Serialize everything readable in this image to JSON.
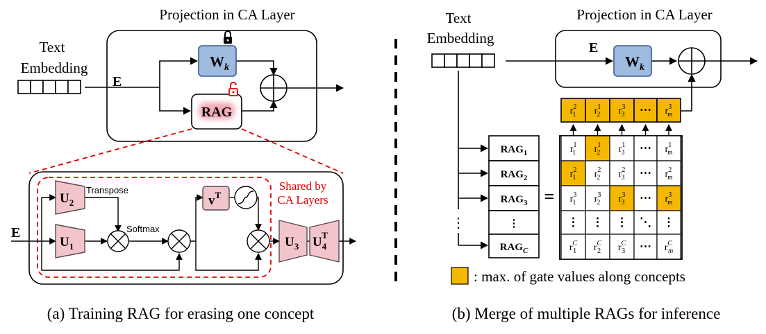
{
  "colors": {
    "pink": "#f2c4cc",
    "pink_stroke": "#5a4a4c",
    "blue": "#9fbbe0",
    "blue_stroke": "#3b5c8a",
    "gold": "#f5b800",
    "red": "#e00000",
    "rag_glow": "#f29aa8",
    "line": "#000000"
  },
  "panel_a": {
    "title": "Projection  in CA Layer",
    "text_label_1": "Text",
    "text_label_2": "Embedding",
    "e_label": "E",
    "wk_base": "W",
    "wk_sub": "k",
    "rag_label": "RAG",
    "caption": "(a) Training RAG for erasing one concept",
    "detail": {
      "e_label": "E",
      "u2_base": "U",
      "u2_sub": "2",
      "u1_base": "U",
      "u1_sub": "1",
      "transpose_label": "Transpose",
      "softmax_label": "Softmax",
      "vt_base": "v",
      "vt_sup": "T",
      "u3_base": "U",
      "u3_sub": "3",
      "u4_base": "U",
      "u4_sub": "4",
      "u4_sup": "T",
      "shared_label_1": "Shared by",
      "shared_label_2": "CA Layers"
    }
  },
  "panel_b": {
    "title": "Projection  in CA Layer",
    "text_label_1": "Text",
    "text_label_2": "Embedding",
    "e_label": "E",
    "wk_base": "W",
    "wk_sub": "k",
    "rag_base": "RAG",
    "rag_subs": [
      "1",
      "2",
      "3",
      "",
      "C"
    ],
    "row_dots": "⋮",
    "equals": "=",
    "legend_text": ": max. of gate values along concepts",
    "caption": "(b) Merge of multiple RAGs for inference",
    "merged_row": [
      {
        "b": "r",
        "sub": "1",
        "sup": "2",
        "gold": true
      },
      {
        "b": "r",
        "sub": "2",
        "sup": "1",
        "gold": true
      },
      {
        "b": "r",
        "sub": "3",
        "sup": "3",
        "gold": true
      },
      {
        "b": "⋯",
        "sub": "",
        "sup": "",
        "gold": true
      },
      {
        "b": "r",
        "sub": "m",
        "sup": "3",
        "gold": true
      }
    ],
    "matrix": [
      [
        {
          "b": "r",
          "sub": "1",
          "sup": "1",
          "gold": false
        },
        {
          "b": "r",
          "sub": "2",
          "sup": "1",
          "gold": true
        },
        {
          "b": "r",
          "sub": "3",
          "sup": "1",
          "gold": false
        },
        {
          "b": "⋯",
          "sub": "",
          "sup": "",
          "gold": false
        },
        {
          "b": "r",
          "sub": "m",
          "sup": "1",
          "gold": false
        }
      ],
      [
        {
          "b": "r",
          "sub": "1",
          "sup": "2",
          "gold": true
        },
        {
          "b": "r",
          "sub": "2",
          "sup": "2",
          "gold": false
        },
        {
          "b": "r",
          "sub": "3",
          "sup": "2",
          "gold": false
        },
        {
          "b": "⋯",
          "sub": "",
          "sup": "",
          "gold": false
        },
        {
          "b": "r",
          "sub": "m",
          "sup": "2",
          "gold": false
        }
      ],
      [
        {
          "b": "r",
          "sub": "1",
          "sup": "3",
          "gold": false
        },
        {
          "b": "r",
          "sub": "2",
          "sup": "3",
          "gold": false
        },
        {
          "b": "r",
          "sub": "3",
          "sup": "3",
          "gold": true
        },
        {
          "b": "⋯",
          "sub": "",
          "sup": "",
          "gold": false
        },
        {
          "b": "r",
          "sub": "m",
          "sup": "3",
          "gold": true
        }
      ],
      [
        {
          "b": "⋮",
          "sub": "",
          "sup": "",
          "gold": false
        },
        {
          "b": "⋮",
          "sub": "",
          "sup": "",
          "gold": false
        },
        {
          "b": "⋮",
          "sub": "",
          "sup": "",
          "gold": false
        },
        {
          "b": "⋱",
          "sub": "",
          "sup": "",
          "gold": false
        },
        {
          "b": "⋮",
          "sub": "",
          "sup": "",
          "gold": false
        }
      ],
      [
        {
          "b": "r",
          "sub": "1",
          "sup": "C",
          "gold": false
        },
        {
          "b": "r",
          "sub": "2",
          "sup": "C",
          "gold": false
        },
        {
          "b": "r",
          "sub": "3",
          "sup": "C",
          "gold": false
        },
        {
          "b": "⋯",
          "sub": "",
          "sup": "",
          "gold": false
        },
        {
          "b": "r",
          "sub": "m",
          "sup": "C",
          "gold": false
        }
      ]
    ]
  }
}
